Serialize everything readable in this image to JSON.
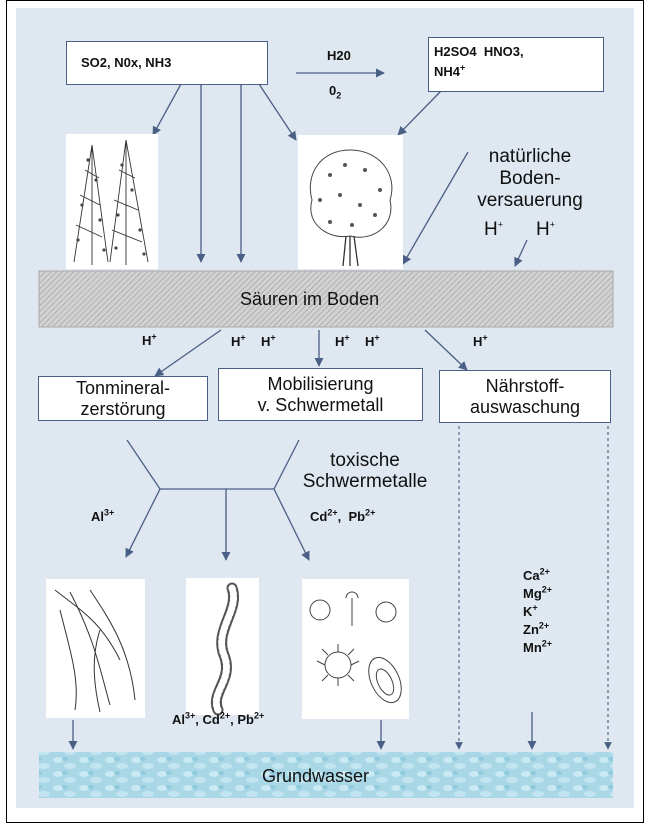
{
  "sources": {
    "emissions": "SO2, N0x, NH3",
    "acids_line1": "H2SO4  HNO3,",
    "acids_line2": "NH4",
    "acids_line2_sup": "+",
    "reaction_top": "H20",
    "reaction_bottom": "0",
    "reaction_bottom_sub": "2"
  },
  "natural": {
    "line1": "natürliche",
    "line2": "Boden-",
    "line3": "versauerung",
    "h1": "H",
    "h2": "H",
    "sup": "+"
  },
  "soil_band": {
    "label": "Säuren im Boden"
  },
  "protons": {
    "h": "H",
    "sup": "+"
  },
  "processes": {
    "clay_line1": "Tonmineral-",
    "clay_line2": "zerstörung",
    "metal_line1": "Mobilisierung",
    "metal_line2": "v. Schwermetall",
    "nutrient_line1": "Nährstoff-",
    "nutrient_line2": "auswaschung"
  },
  "toxic": {
    "line1": "toxische",
    "line2": "Schwermetalle",
    "al": "Al",
    "al_sup": "3+",
    "cd": "Cd",
    "cd_sup": "2+",
    "pb": "Pb",
    "pb_sup": "2+",
    "sep": ",  "
  },
  "worm_ions": {
    "al": "Al",
    "al_sup": "3+",
    "cd": "Cd",
    "cd_sup": "2+",
    "pb": "Pb",
    "pb_sup": "2+",
    "sep": ", "
  },
  "nutrient_ions": [
    {
      "el": "Ca",
      "sup": "2+"
    },
    {
      "el": "Mg",
      "sup": "2+"
    },
    {
      "el": "K",
      "sup": "+"
    },
    {
      "el": "Zn",
      "sup": "2+"
    },
    {
      "el": "Mn",
      "sup": "2+"
    }
  ],
  "groundwater": {
    "label": "Grundwasser"
  },
  "colors": {
    "panel": "#dfe7f0",
    "box_border": "#4a5f85",
    "arrow": "#4a5f85",
    "soil": "#c9c9c9",
    "water": "#a9d7e6"
  }
}
